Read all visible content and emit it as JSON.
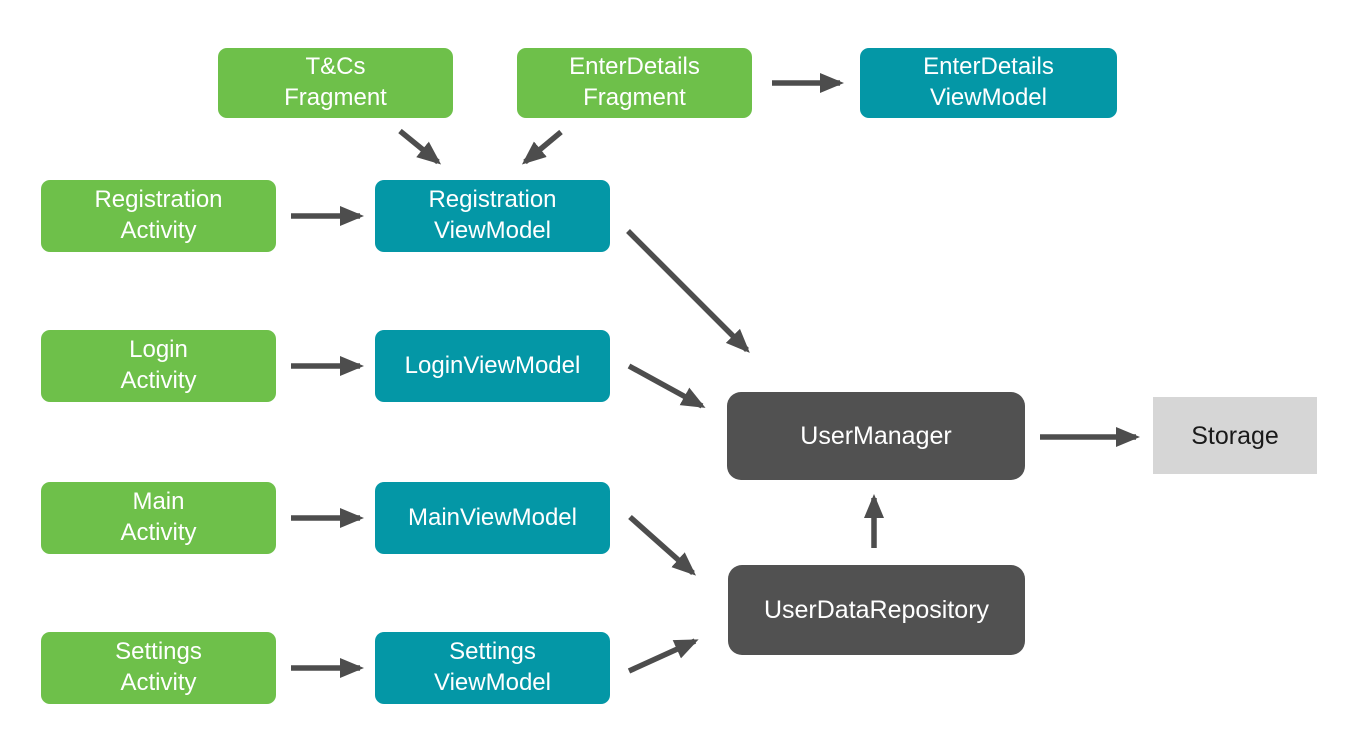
{
  "diagram": {
    "description": "Android app architecture diagram: Activities and Fragments connect to ViewModels, which connect to UserManager and UserDataRepository, which connect to Storage",
    "colors": {
      "fragment_activity_green": "#6ec04a",
      "viewmodel_teal": "#0497a6",
      "manager_dark_gray": "#515151",
      "storage_light_gray": "#d6d6d6",
      "arrow_gray": "#4d4d4d",
      "label_on_color": "#ffffff",
      "label_on_storage": "#1a1a1a"
    },
    "nodes": {
      "tcs_fragment": {
        "label": "T&Cs\nFragment",
        "type": "fragment"
      },
      "enterdetails_fragment": {
        "label": "EnterDetails\nFragment",
        "type": "fragment"
      },
      "enterdetails_viewmodel": {
        "label": "EnterDetails\nViewModel",
        "type": "viewmodel"
      },
      "registration_activity": {
        "label": "Registration\nActivity",
        "type": "activity"
      },
      "registration_viewmodel": {
        "label": "Registration\nViewModel",
        "type": "viewmodel"
      },
      "login_activity": {
        "label": "Login\nActivity",
        "type": "activity"
      },
      "login_viewmodel": {
        "label": "LoginViewModel",
        "type": "viewmodel"
      },
      "main_activity": {
        "label": "Main\nActivity",
        "type": "activity"
      },
      "main_viewmodel": {
        "label": "MainViewModel",
        "type": "viewmodel"
      },
      "settings_activity": {
        "label": "Settings\nActivity",
        "type": "activity"
      },
      "settings_viewmodel": {
        "label": "Settings\nViewModel",
        "type": "viewmodel"
      },
      "user_manager": {
        "label": "UserManager",
        "type": "manager"
      },
      "user_data_repository": {
        "label": "UserDataRepository",
        "type": "manager"
      },
      "storage": {
        "label": "Storage",
        "type": "storage"
      }
    },
    "edges": [
      {
        "from": "tcs_fragment",
        "to": "registration_viewmodel"
      },
      {
        "from": "enterdetails_fragment",
        "to": "registration_viewmodel"
      },
      {
        "from": "enterdetails_fragment",
        "to": "enterdetails_viewmodel"
      },
      {
        "from": "registration_activity",
        "to": "registration_viewmodel"
      },
      {
        "from": "registration_viewmodel",
        "to": "user_manager"
      },
      {
        "from": "login_activity",
        "to": "login_viewmodel"
      },
      {
        "from": "login_viewmodel",
        "to": "user_manager"
      },
      {
        "from": "main_activity",
        "to": "main_viewmodel"
      },
      {
        "from": "main_viewmodel",
        "to": "user_data_repository"
      },
      {
        "from": "settings_activity",
        "to": "settings_viewmodel"
      },
      {
        "from": "settings_viewmodel",
        "to": "user_data_repository"
      },
      {
        "from": "user_data_repository",
        "to": "user_manager"
      },
      {
        "from": "user_manager",
        "to": "storage"
      }
    ]
  }
}
